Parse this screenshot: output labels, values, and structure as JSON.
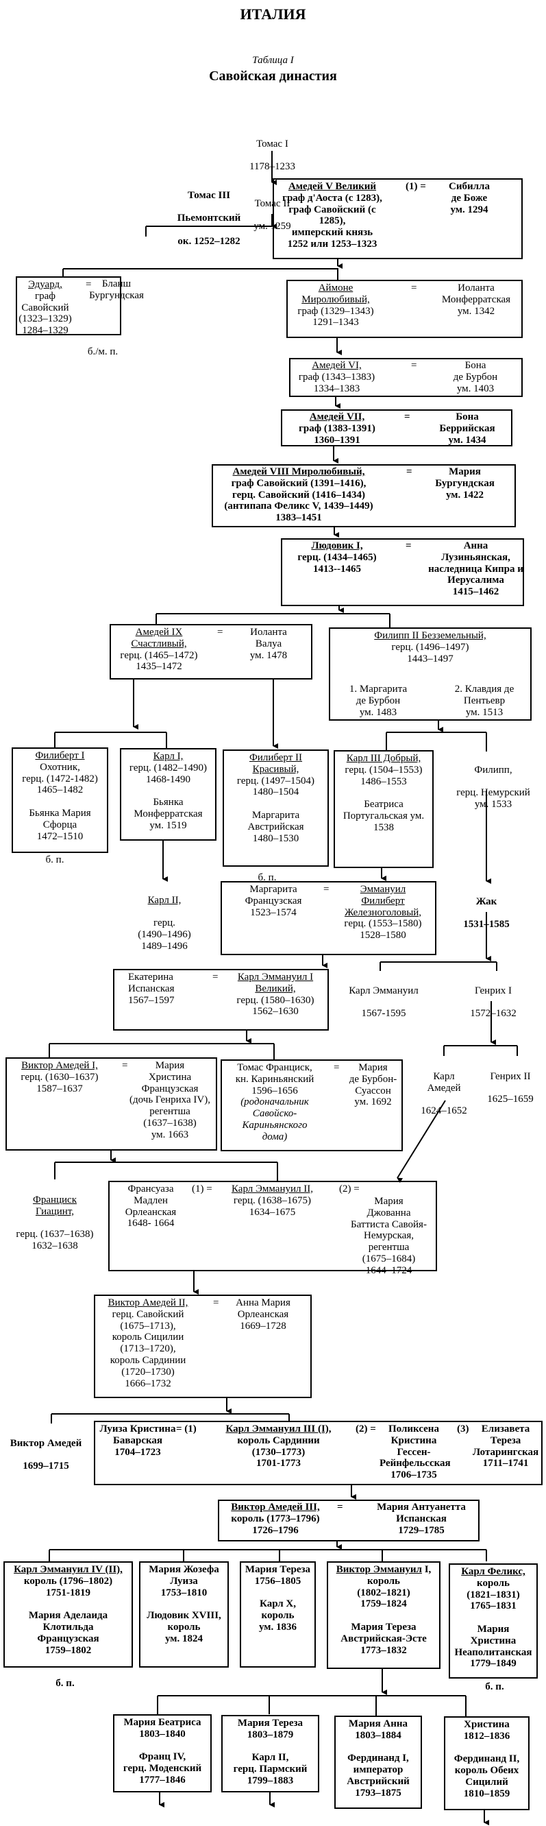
{
  "header": {
    "country": "ИТАЛИЯ",
    "table_label": "Таблица I",
    "dynasty": "Савойская династия"
  },
  "people": {
    "tomas1": {
      "name": "Томас I",
      "dates": "1178–1233"
    },
    "tomas2": {
      "name": "Томас II",
      "dates": "ум. 1259"
    },
    "tomas3": {
      "name": "Томас III",
      "title": "Пьемонтский",
      "dates": "ок. 1252–1282"
    },
    "amadeus5": {
      "name": "Амедей V Великий",
      "title": "граф д'Аоста (с 1283),\nграф Савойский (с\n1285),\nимперский князь",
      "dates": "1252 или 1253–1323",
      "marker": "(1) =",
      "spouse": "Сибилла\nде Боже\nум. 1294"
    },
    "edward": {
      "name": "Эдуард,",
      "title": "граф Савойский\n(1323–1329)\n1284–1329",
      "marker": "=",
      "spouse": "Бланш\nБургундская",
      "note": "б./м. п."
    },
    "aimone": {
      "name": "Аймоне\nМиролюбивый,",
      "title": "граф (1329–1343)\n1291–1343",
      "marker": "=",
      "spouse": "Иоланта\nМонферратская\nум. 1342"
    },
    "amadeus6": {
      "name": "Амедей VI,",
      "title": "граф (1343–1383)\n1334–1383",
      "marker": "=",
      "spouse": "Бона\nде Бурбон\nум. 1403"
    },
    "amadeus7": {
      "name": "Амедей VII,",
      "title": "граф (1383-1391)\n1360–1391",
      "marker": "=",
      "spouse": "Бона\nБеррийская\nум. 1434"
    },
    "amadeus8": {
      "name": "Амедей VIII Миролюбивый,",
      "title": "граф Савойский (1391–1416),\nгерц. Савойский (1416–1434)\n(антипапа Феликс V, 1439–1449)\n1383–1451",
      "marker": "=",
      "spouse": "Мария\nБургундская\nум. 1422"
    },
    "louis1": {
      "name": "Людовик I,",
      "title": "герц. (1434–1465)\n1413--1465",
      "marker": "=",
      "spouse": "Анна\nЛузиньянская,\nнаследница Кипра и\nИерусалима\n1415–1462"
    },
    "amadeus9": {
      "name": "Амедей IX\nСчастливый,",
      "title": "герц. (1465–1472)\n1435–1472",
      "marker": "=",
      "spouse": "Иоланта\nВалуа\nум. 1478"
    },
    "philip2": {
      "name": "Филипп II Безземельный,",
      "title": "герц. (1496–1497)\n1443–1497",
      "spouse1": "1. Маргарита\nде Бурбон\nум. 1483",
      "spouse2": "2. Клавдия де\nПентьевр\nум. 1513"
    },
    "philibert1": {
      "name": "Филиберт I",
      "title": "Охотник,\nгерц. (1472-1482)\n1465–1482\n\nБьянка Мария\nСфорца\n1472–1510",
      "note": "б. п."
    },
    "charles1": {
      "name": "Карл I,",
      "title": "герц. (1482–1490)\n1468-1490\n\nБьянка\nМонферратская\nум. 1519"
    },
    "philibert2": {
      "name": "Филиберт II\nКрасивый,",
      "title": "герц. (1497–1504)\n1480–1504\n\nМаргарита\nАвстрийская\n1480–1530",
      "note": "б. п."
    },
    "charles3": {
      "name": "Карл III Добрый,",
      "title": "герц. (1504–1553)\n1486–1553\n\nБеатриса\nПортугальская ум.\n1538"
    },
    "philip_nemours": {
      "name": "Филипп,",
      "title": "герц. Немурский\nум. 1533"
    },
    "charles2": {
      "name": "Карл II,",
      "title": "герц.\n(1490–1496)\n1489–1496"
    },
    "emmanuel_philibert": {
      "spouse": "Маргарита\nФранцузская\n1523–1574",
      "marker": "=",
      "name": "Эммануил\nФилиберт\nЖелезноголовый,",
      "title": "герц. (1553–1580)\n1528–1580"
    },
    "jacques": {
      "name": "Жак",
      "dates": "1531–1585"
    },
    "charles_emmanuel1": {
      "spouse": "Екатерина\nИспанская\n1567–1597",
      "marker": "=",
      "name": "Карл Эммануил I\nВеликий,",
      "title": "герц. (1580–1630)\n1562–1630"
    },
    "charles_emmanuel_nemours": {
      "name": "Карл Эммануил",
      "dates": "1567-1595"
    },
    "henri1": {
      "name": "Генрих I",
      "dates": "1572–1632"
    },
    "victor_amadeus1": {
      "name": "Виктор Амедей I,",
      "title": "герц. (1630–1637)\n1587–1637",
      "marker": "=",
      "spouse": "Мария\nХристина\nФранцузская\n(дочь Генриха IV),\nрегентша\n(1637–1638)\nум. 1663"
    },
    "thomas_francis": {
      "name": "Томас Франциск,",
      "title": "кн. Кариньянский\n1596–1656",
      "note": "(родоначальник\nСавойско-\nКариньянского\nдома)",
      "marker": "=",
      "spouse": "Мария\nде Бурбон-\nСуассон\nум. 1692"
    },
    "charles_amadeus": {
      "name": "Карл\nАмедей",
      "dates": "1624–1652"
    },
    "henri2": {
      "name": "Генрих II",
      "dates": "1625–1659"
    },
    "francis_hyacinth": {
      "name": "Франциск\nГиацинт,",
      "title": "герц. (1637–1638)\n1632–1638"
    },
    "charles_emmanuel2": {
      "spouse1": "Франсуаза\nМадлен\nОрлеанская\n1648- 1664",
      "marker1": "(1) =",
      "name": "Карл Эммануил II,",
      "title": "герц. (1638–1675)\n1634–1675",
      "marker2": "(2) =",
      "spouse2": "Мария\nДжованна\nБаттиста Савойя-\nНемурская,\nрегентша\n(1675–1684)\n1644–1724"
    },
    "victor_amadeus2": {
      "name": "Виктор Амедей II,",
      "title": "герц. Савойский\n(1675–1713),\nкороль Сицилии\n(1713–1720),\nкороль Сардинии\n(1720–1730)\n1666–1732",
      "marker": "=",
      "spouse": "Анна Мария\nОрлеанская\n1669–1728"
    },
    "victor_amadeus_jr": {
      "name": "Виктор Амедей",
      "dates": "1699–1715"
    },
    "charles_emmanuel3": {
      "spouse1": "Луиза Кристина\nБаварская\n1704–1723",
      "marker1": "= (1)",
      "name": "Карл Эммануил III (I),",
      "title": "король Сардинии\n(1730–1773)\n1701-1773",
      "marker2": "(2) =",
      "spouse2": "Поликсена\nКристина\nГессен-\nРейнфельсская\n1706–1735",
      "marker3": "(3)",
      "spouse3": "Елизавета\nТереза\nЛотарингская\n1711–1741"
    },
    "victor_amadeus3": {
      "name": "Виктор Амедей III,",
      "title": "король (1773–1796)\n1726–1796",
      "marker": "=",
      "spouse": "Мария Антуанетта\nИспанская\n1729–1785"
    },
    "charles_emmanuel4": {
      "name": "Карл Эммануил IV (II),",
      "title": "король (1796–1802)\n1751-1819\n\nМария Аделаида\nКлотильда\nФранцузская\n1759–1802",
      "note": "б. п."
    },
    "maria_josepha": {
      "title": "Мария Жозефа\nЛуиза\n1753–1810\n\nЛюдовик XVIII,\nкороль\nум. 1824"
    },
    "maria_theresa": {
      "title": "Мария Тереза\n1756–1805\n\nКарл X,\nкороль\nум. 1836"
    },
    "victor_emmanuel1": {
      "name": "Виктор Эммануил",
      "name_suffix": " I,",
      "title": "король\n(1802–1821)\n1759–1824\n\nМария Тереза\nАвстрийская-Эсте\n1773–1832"
    },
    "charles_felix": {
      "name": "Карл Феликс,",
      "title": "король\n(1821–1831)\n1765–1831\n\nМария\nХристина\nНеаполитанская\n1779–1849",
      "note": "б. п."
    },
    "maria_beatrice": {
      "title": "Мария Беатриса\n1803–1840\n\nФранц IV,\nгерц. Моденский\n1777–1846"
    },
    "maria_theresa2": {
      "title": "Мария Тереза\n1803–1879\n\nКарл II,\nгерц. Пармский\n1799–1883"
    },
    "maria_anna": {
      "title": "Мария Анна\n1803–1884\n\nФердинанд I,\nимператор\nАвстрийский\n1793–1875"
    },
    "christina": {
      "title": "Христина\n1812–1836\n\nФердинанд II,\nкороль Обеих\nСицилий\n1810–1859"
    }
  }
}
